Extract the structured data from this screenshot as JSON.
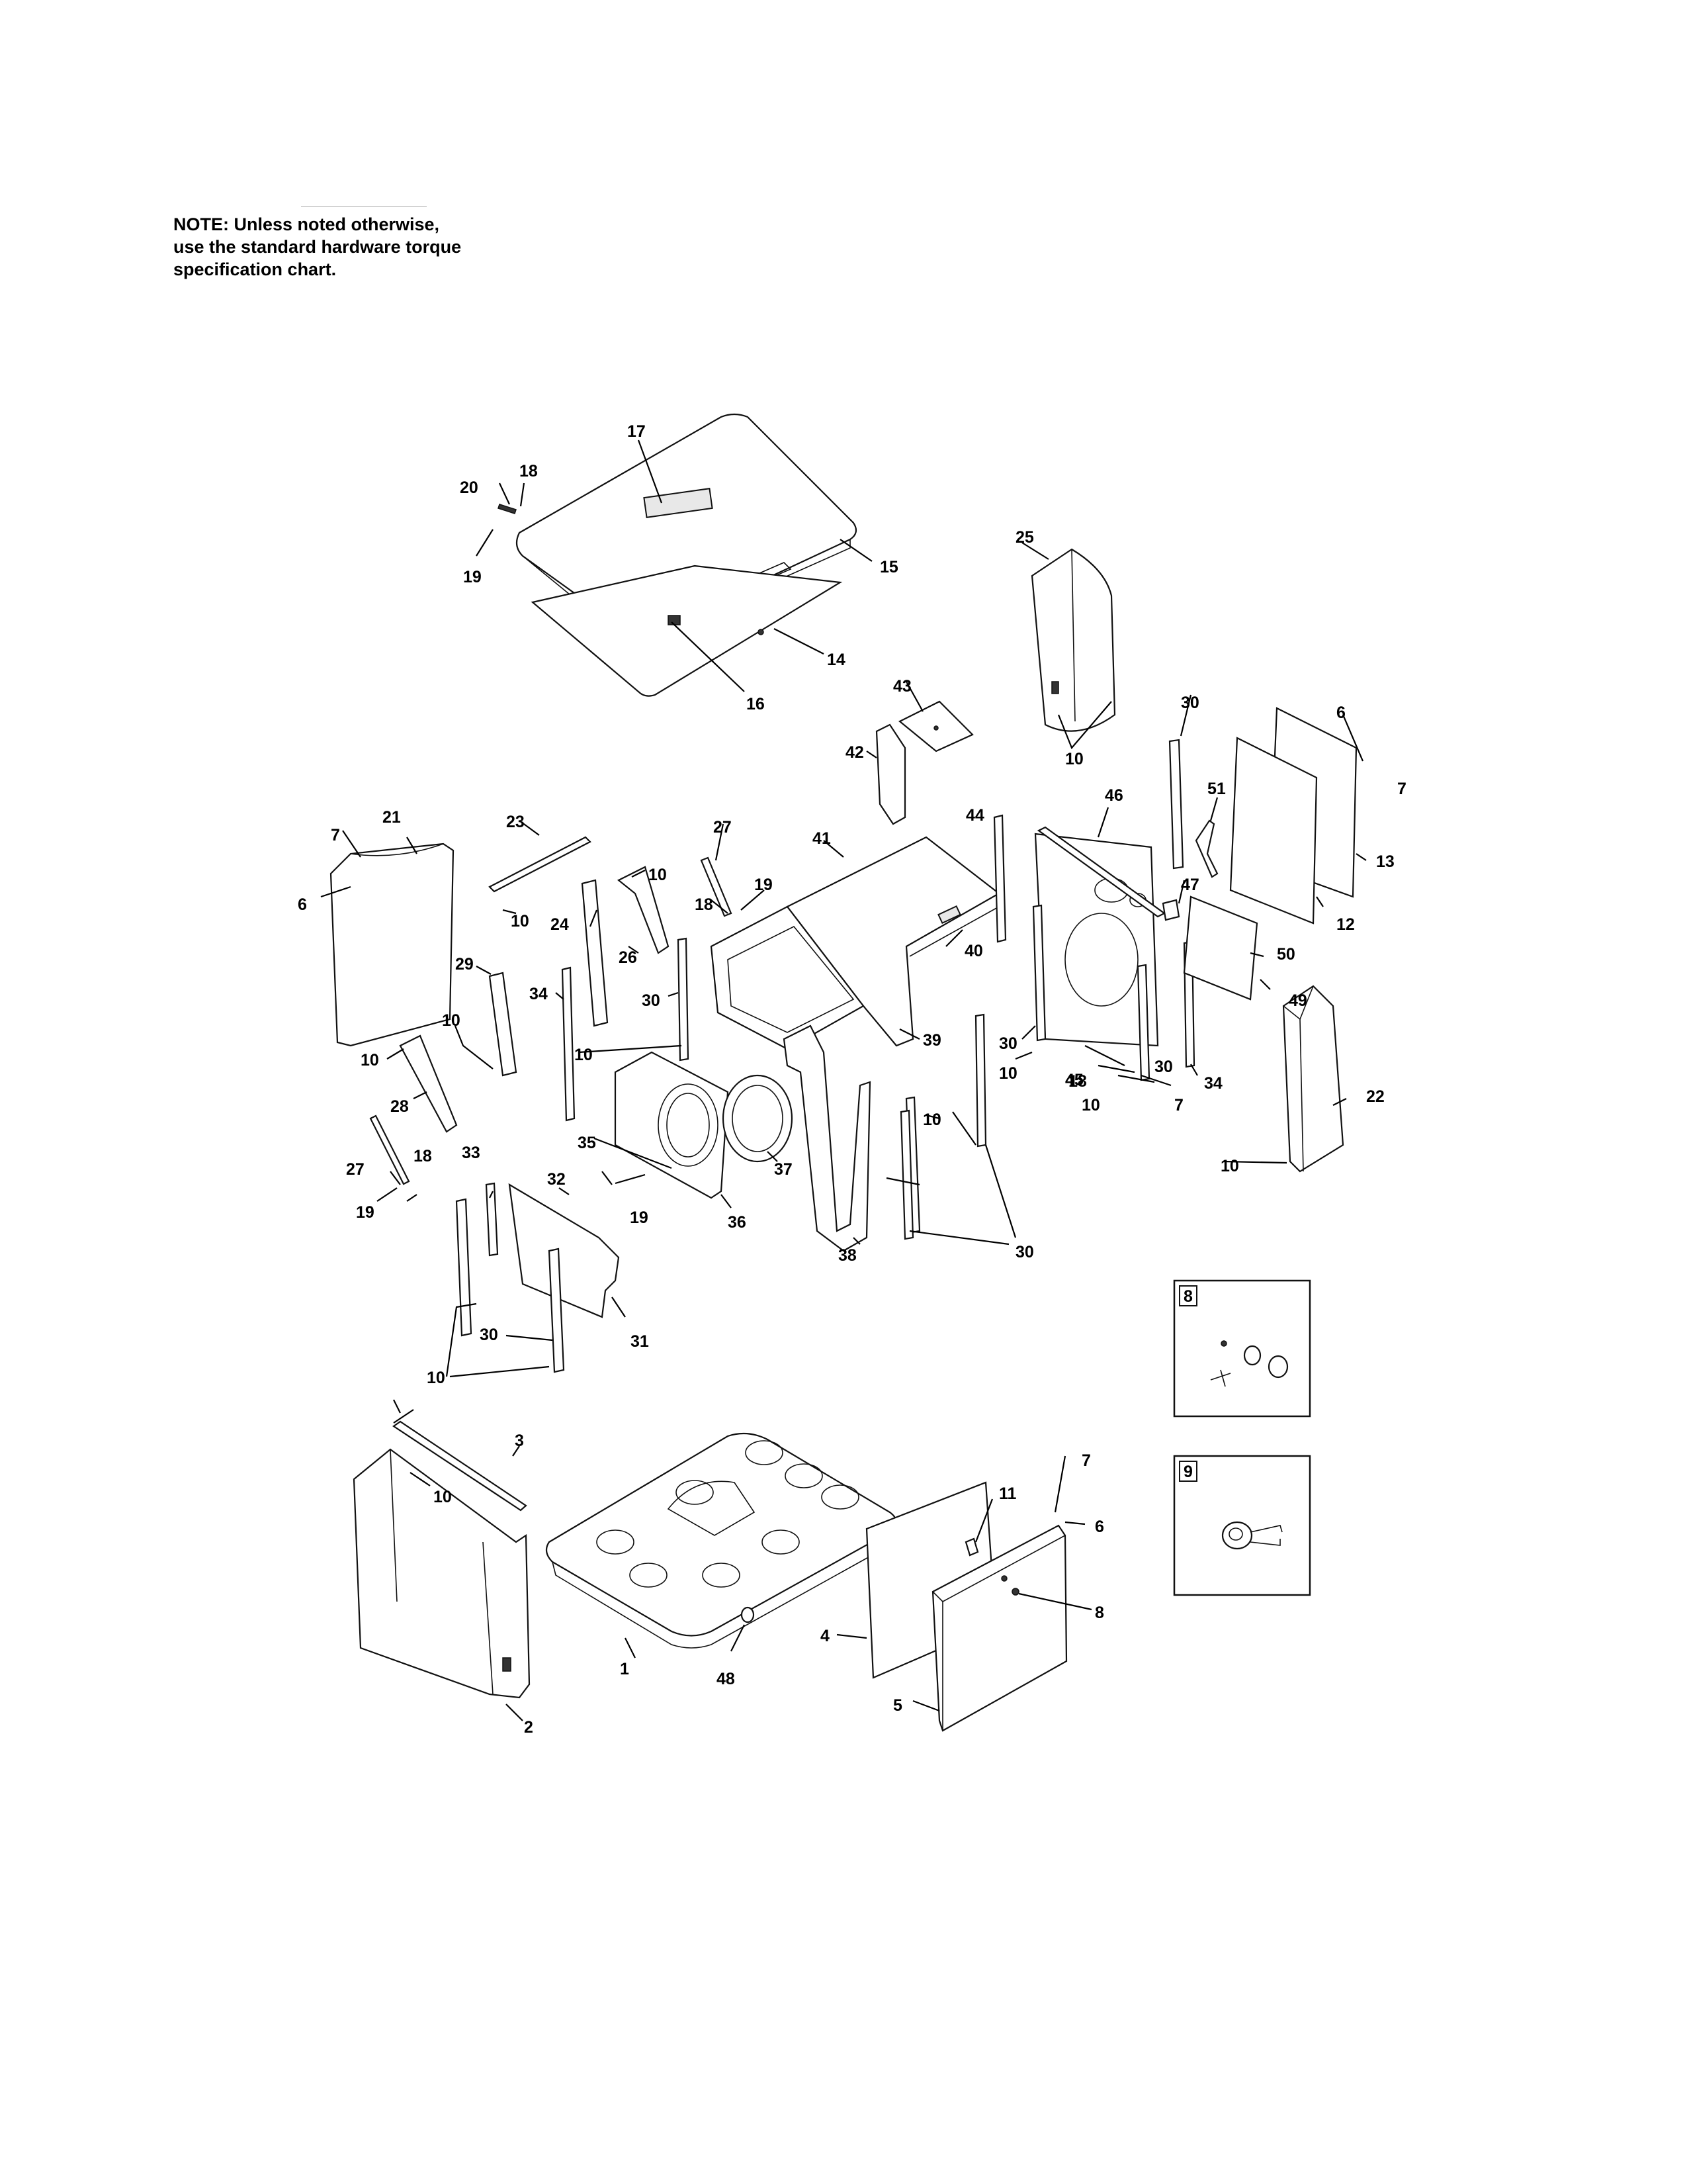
{
  "note": {
    "lines": [
      "NOTE: Unless noted otherwise,",
      "use the standard hardware torque",
      "specification chart."
    ]
  },
  "part_labels": [
    "1",
    "2",
    "3",
    "4",
    "5",
    "6",
    "7",
    "8",
    "9",
    "10",
    "11",
    "12",
    "13",
    "14",
    "15",
    "16",
    "17",
    "18",
    "19",
    "20",
    "21",
    "22",
    "23",
    "24",
    "25",
    "26",
    "27",
    "28",
    "29",
    "30",
    "31",
    "32",
    "33",
    "34",
    "35",
    "36",
    "37",
    "38",
    "39",
    "40",
    "41",
    "42",
    "43",
    "44",
    "45",
    "46",
    "47",
    "48",
    "49",
    "50",
    "51"
  ],
  "insets": [
    {
      "label": "8"
    },
    {
      "label": "9"
    }
  ]
}
